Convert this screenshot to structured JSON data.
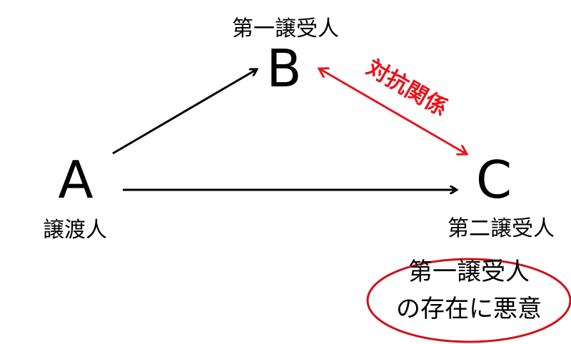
{
  "nodes": {
    "a": {
      "letter": "A",
      "label": "譲渡人"
    },
    "b": {
      "letter": "B",
      "label": "第一譲受人"
    },
    "c": {
      "letter": "C",
      "label": "第二譲受人"
    }
  },
  "relation": {
    "label": "対抗関係"
  },
  "note": {
    "line1": "第一譲受人",
    "line2": "の存在に悪意"
  },
  "colors": {
    "accent": "#e8141c",
    "ink": "#000000"
  }
}
